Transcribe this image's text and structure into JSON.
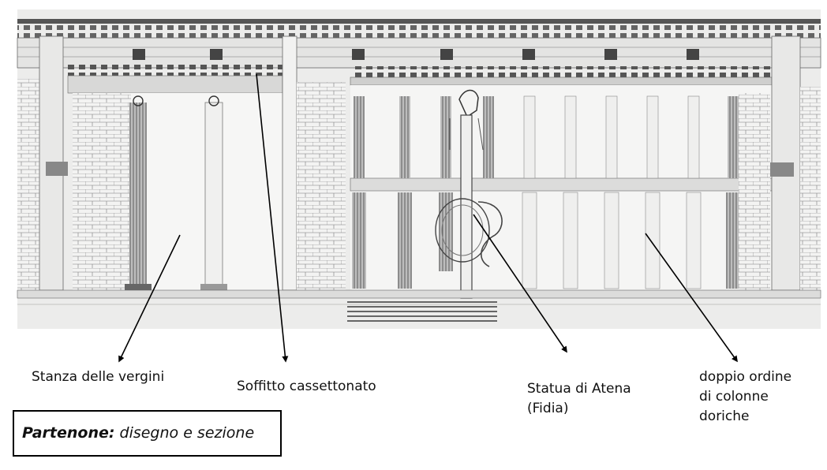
{
  "labels": {
    "stanza": "Stanza delle vergini",
    "soffitto": "Soffitto cassettonato",
    "statua": "Statua di Atena\n(Fidia)",
    "colonne": "doppio ordine\ndi colonne\ndoriche"
  },
  "caption": {
    "bold": "Partenone:",
    "rest": " disegno e sezione"
  },
  "colors": {
    "paper": "#ececeb",
    "ink": "#3a3a3a",
    "arrow": "#000000"
  }
}
